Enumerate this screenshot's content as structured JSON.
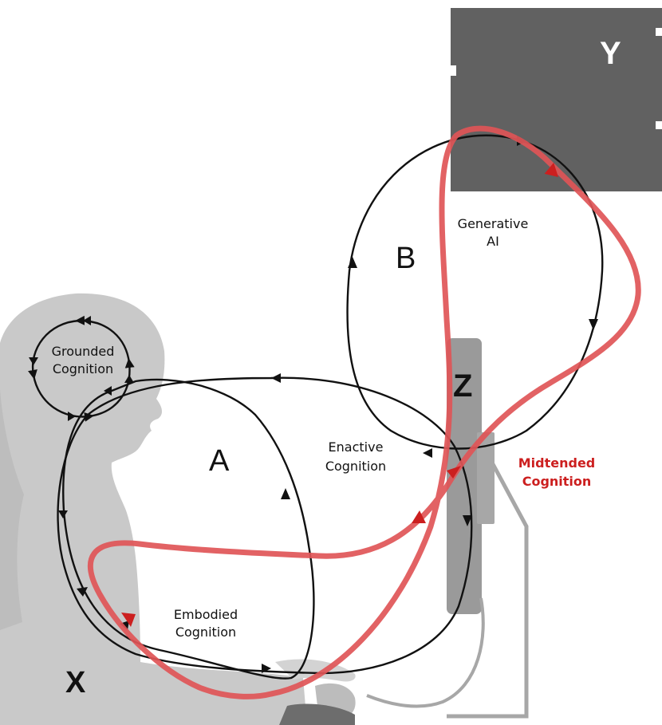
{
  "labels": {
    "x": "X",
    "y": "Y",
    "z": "Z",
    "a": "A",
    "b": "B",
    "grounded_line1": "Grounded",
    "grounded_line2": "Cognition",
    "embodied_line1": "Embodied",
    "embodied_line2": "Cognition",
    "enactive_line1": "Enactive",
    "enactive_line2": "Cognition",
    "generative_line1": "Generative",
    "generative_line2": "AI",
    "midtended_line1": "Midtended",
    "midtended_line2": "Cognition"
  },
  "colors": {
    "silhouette": "#c9c9c9",
    "screen": "#616161",
    "monitor": "#9a9a9a",
    "loop": "#111111",
    "midtended": "#e05557",
    "midtended_text": "#cc1f1f"
  }
}
